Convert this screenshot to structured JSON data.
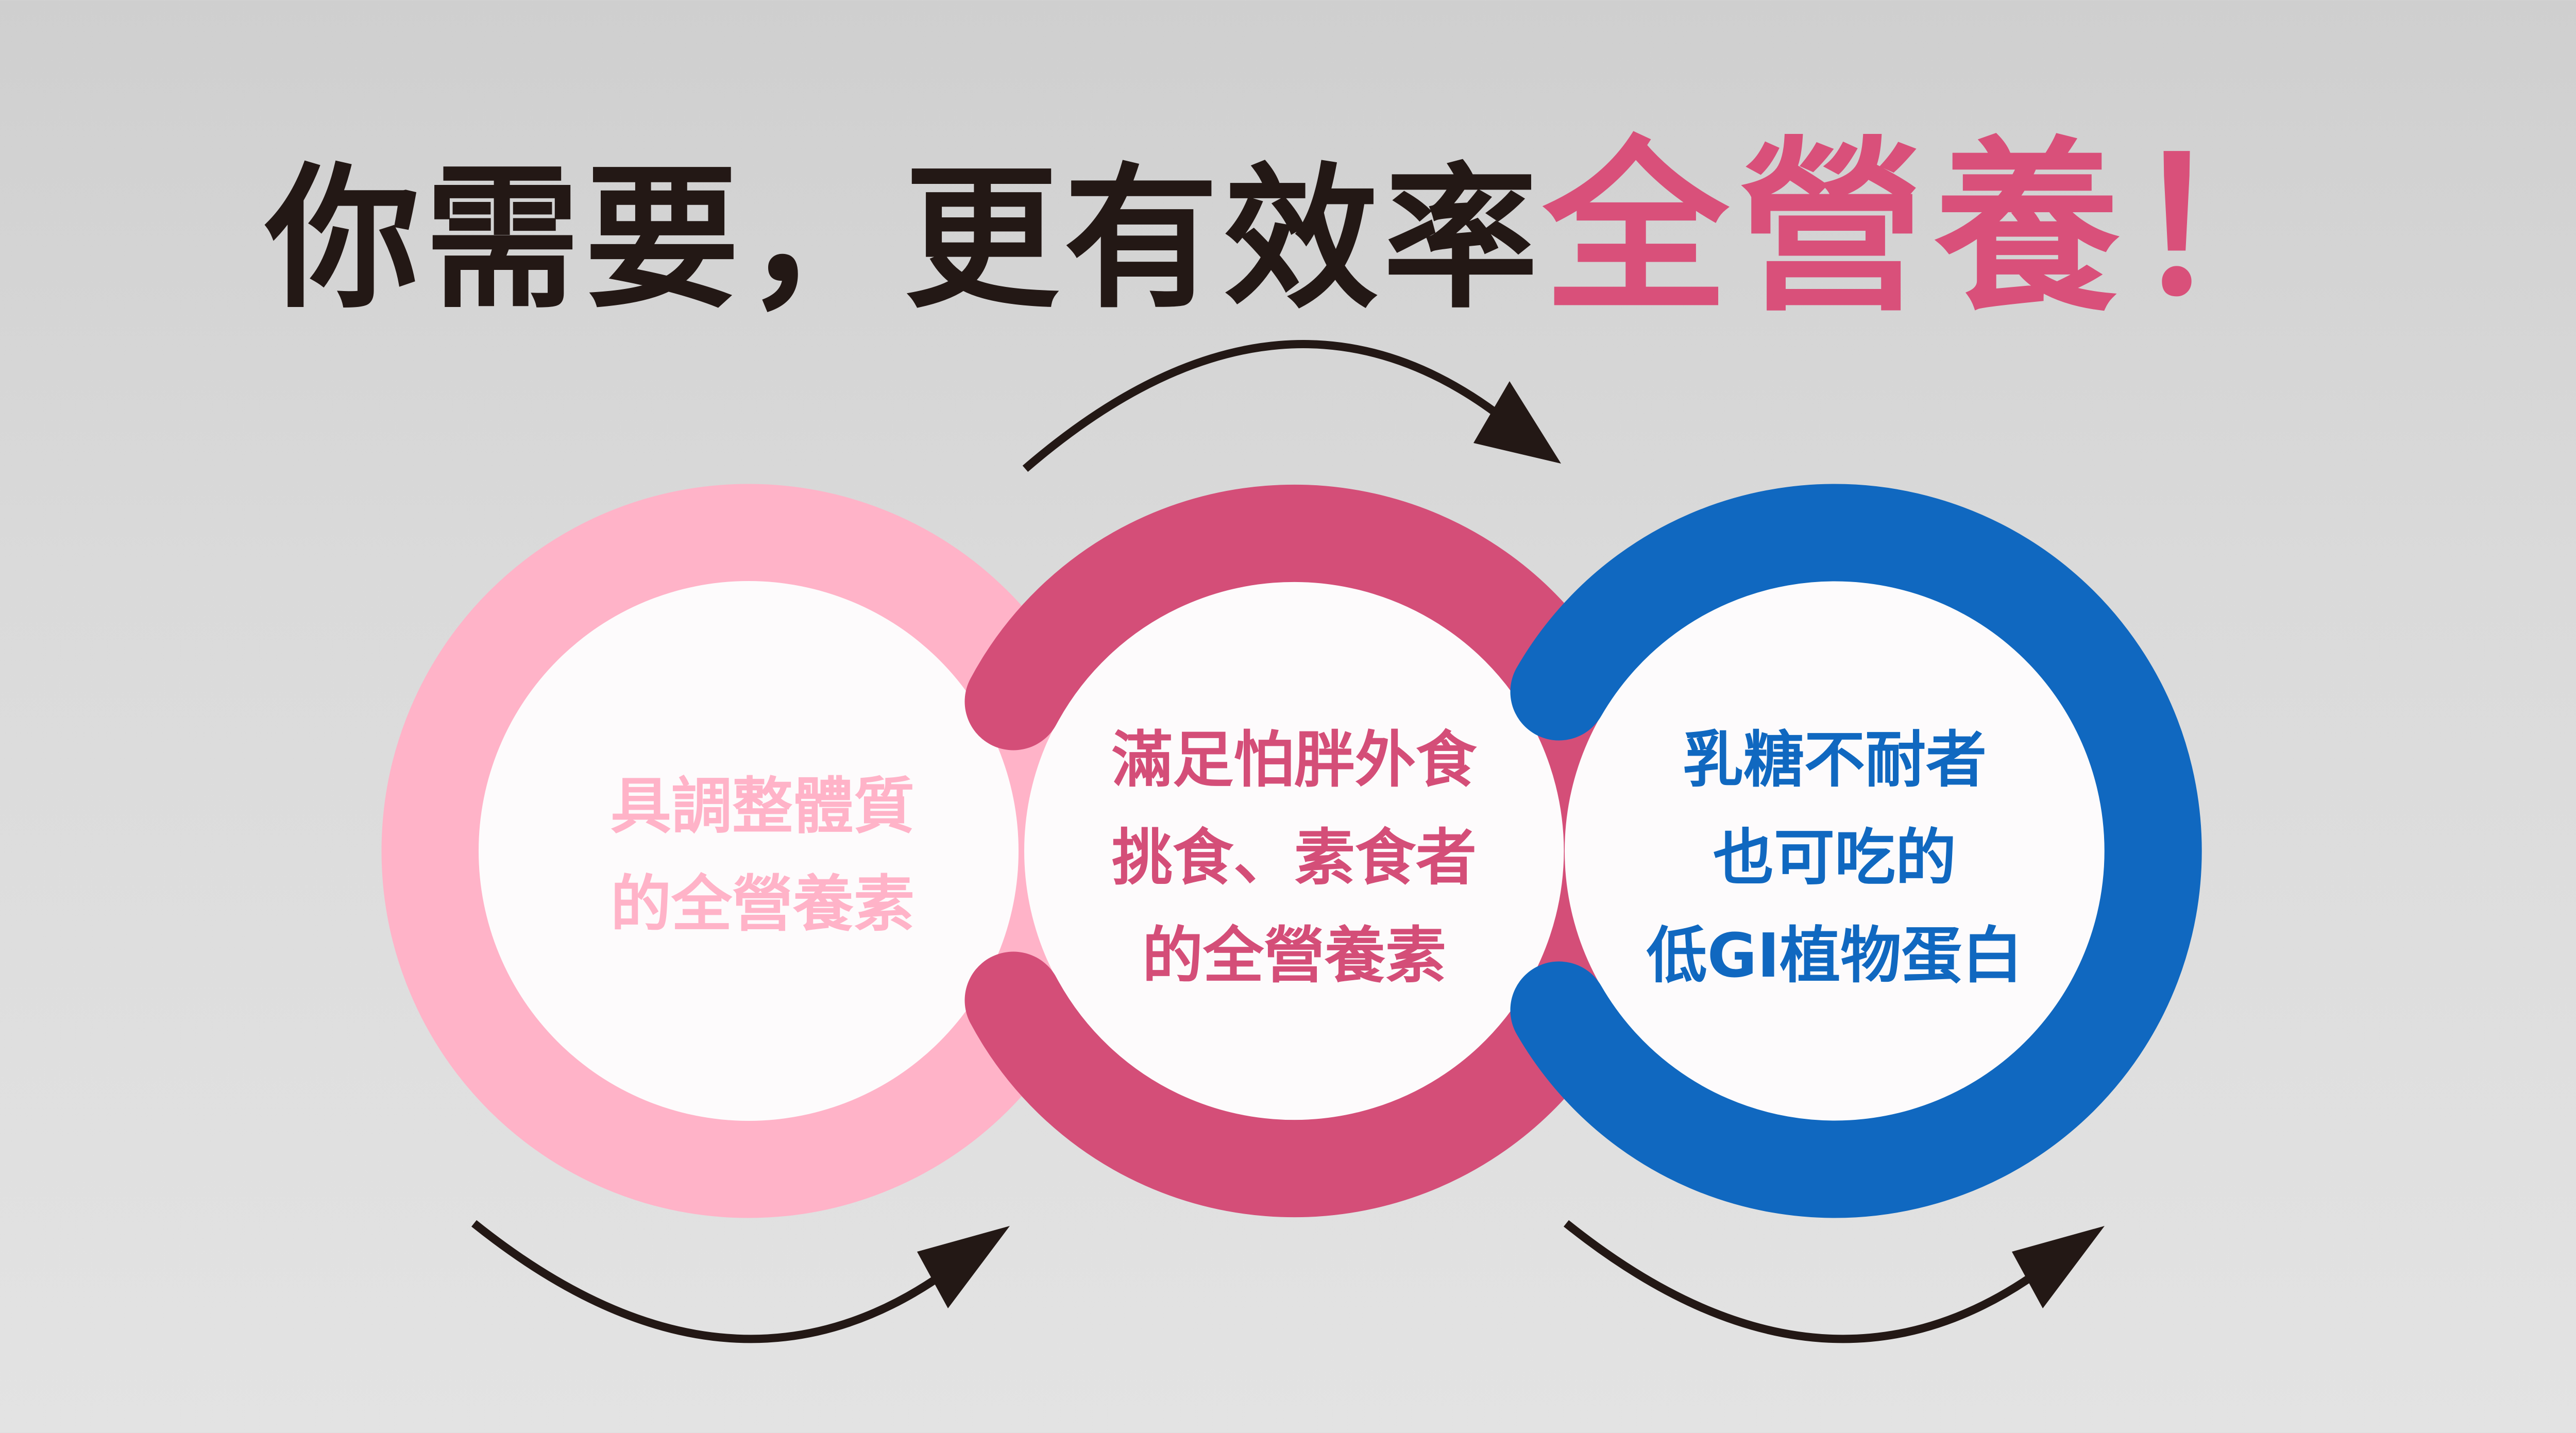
{
  "title": {
    "part1": "你需要，更有效率",
    "part2": "全營養！"
  },
  "circles": [
    {
      "lines": [
        "具調整體質",
        "的全營養素"
      ],
      "color": "#ffb3c8"
    },
    {
      "lines": [
        "滿足怕胖外食",
        "挑食、素食者",
        "的全營養素"
      ],
      "color": "#d44e78"
    },
    {
      "lines": [
        "乳糖不耐者",
        "也可吃的",
        "低GI植物蛋白"
      ],
      "color": "#1068c0"
    }
  ],
  "colors": {
    "ring_pink": "#ffb3c8",
    "ring_rose": "#d44e78",
    "ring_blue": "#1068c0",
    "inner": "#fdfbfc",
    "arrow": "#231815"
  },
  "icons": [
    "curved-arrow-icon",
    "curved-arrow-icon",
    "curved-arrow-icon"
  ]
}
